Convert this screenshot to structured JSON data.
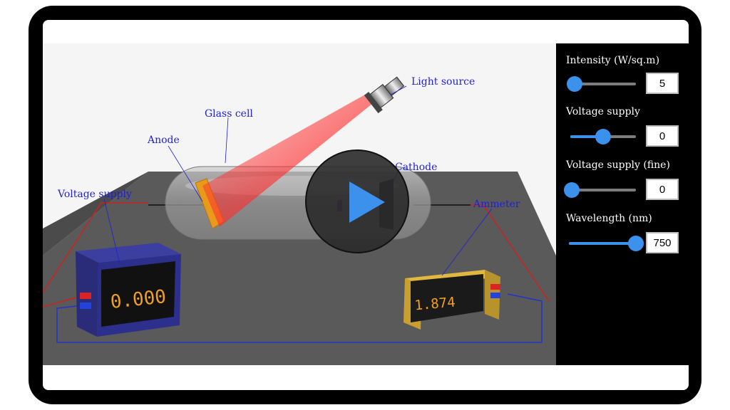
{
  "scene": {
    "labels": {
      "light_source": "Light source",
      "glass_cell": "Glass cell",
      "anode": "Anode",
      "cathode": "Cathode",
      "voltage_supply": "Voltage supply",
      "ammeter": "Ammeter"
    },
    "voltmeter_reading": "0.000",
    "ammeter_reading": "1.874",
    "beam_color": "#ff3333",
    "wire_positive_color": "#cc2222",
    "wire_negative_color": "#2233cc"
  },
  "controls": {
    "intensity": {
      "label": "Intensity (W/sq.m)",
      "value": "5",
      "level": 0.0
    },
    "voltage": {
      "label": "Voltage supply",
      "value": "0",
      "level": 0.5
    },
    "voltage_fine": {
      "label": "Voltage supply (fine)",
      "value": "0",
      "level": 0.0
    },
    "wavelength": {
      "label": "Wavelength (nm)",
      "value": "750",
      "level": 1.0
    },
    "accent_color": "#3b91ec"
  },
  "player": {
    "icon": "play-icon",
    "accent_color": "#3b91ec"
  }
}
